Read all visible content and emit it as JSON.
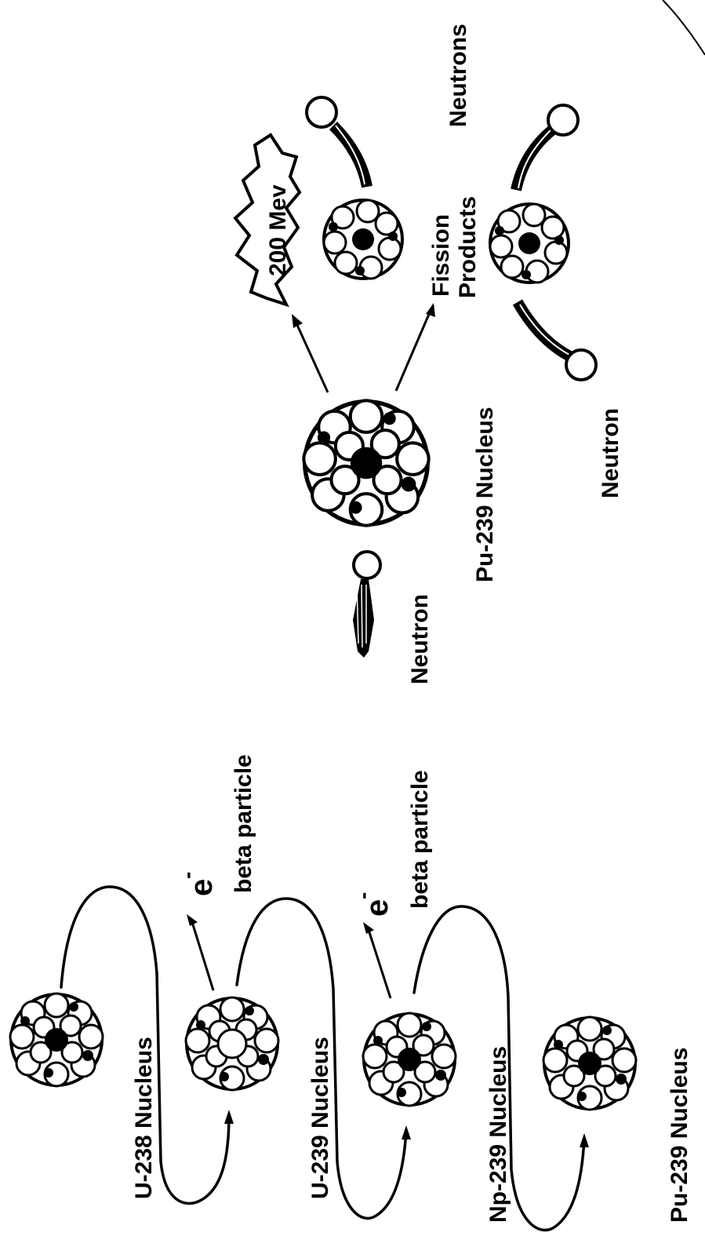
{
  "labels": {
    "u238": "U-238 Nucleus",
    "u239": "U-239 Nucleus",
    "np239": "Np-239 Nucleus",
    "pu239_bottom": "Pu-239 Nucleus",
    "beta1": "beta particle",
    "beta2": "beta particle",
    "electron_symbol": "e",
    "electron_charge": "-",
    "neutron_in": "Neutron",
    "pu239_fission": "Pu-239 Nucleus",
    "energy": "200 Mev",
    "fission_line1": "Fission",
    "fission_line2": "Products",
    "neutrons": "Neutrons",
    "neutron_out": "Neutron"
  }
}
